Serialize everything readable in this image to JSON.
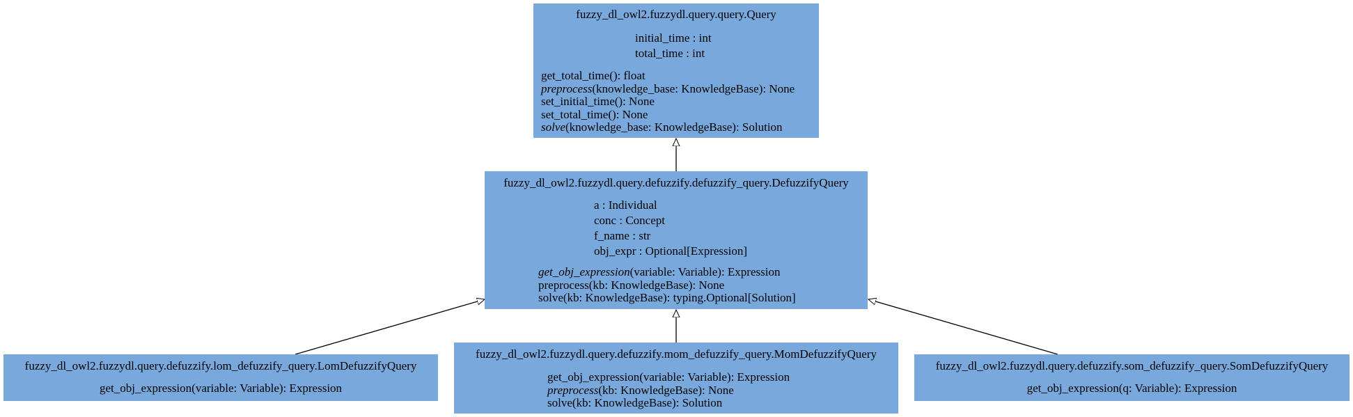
{
  "classes": {
    "query": {
      "title": "fuzzy_dl_owl2.fuzzydl.query.query.Query",
      "attributes": [
        "initial_time : int",
        "total_time : int"
      ],
      "methods": [
        {
          "name": "get_total_time",
          "italic": false,
          "signature": "(): float"
        },
        {
          "name": "preprocess",
          "italic": true,
          "signature": "(knowledge_base: KnowledgeBase): None"
        },
        {
          "name": "set_initial_time",
          "italic": false,
          "signature": "(): None"
        },
        {
          "name": "set_total_time",
          "italic": false,
          "signature": "(): None"
        },
        {
          "name": "solve",
          "italic": true,
          "signature": "(knowledge_base: KnowledgeBase): Solution"
        }
      ]
    },
    "defuzzify": {
      "title": "fuzzy_dl_owl2.fuzzydl.query.defuzzify.defuzzify_query.DefuzzifyQuery",
      "attributes": [
        "a : Individual",
        "conc : Concept",
        "f_name : str",
        "obj_expr : Optional[Expression]"
      ],
      "methods": [
        {
          "name": "get_obj_expression",
          "italic": true,
          "signature": "(variable: Variable): Expression"
        },
        {
          "name": "preprocess",
          "italic": false,
          "signature": "(kb: KnowledgeBase): None"
        },
        {
          "name": "solve",
          "italic": false,
          "signature": "(kb: KnowledgeBase): typing.Optional[Solution]"
        }
      ]
    },
    "lom": {
      "title": "fuzzy_dl_owl2.fuzzydl.query.defuzzify.lom_defuzzify_query.LomDefuzzifyQuery",
      "attributes": [],
      "methods": [
        {
          "name": "get_obj_expression",
          "italic": false,
          "signature": "(variable: Variable): Expression"
        }
      ]
    },
    "mom": {
      "title": "fuzzy_dl_owl2.fuzzydl.query.defuzzify.mom_defuzzify_query.MomDefuzzifyQuery",
      "attributes": [],
      "methods": [
        {
          "name": "get_obj_expression",
          "italic": false,
          "signature": "(variable: Variable): Expression"
        },
        {
          "name": "preprocess",
          "italic": true,
          "signature": "(kb: KnowledgeBase): None"
        },
        {
          "name": "solve",
          "italic": false,
          "signature": "(kb: KnowledgeBase): Solution"
        }
      ]
    },
    "som": {
      "title": "fuzzy_dl_owl2.fuzzydl.query.defuzzify.som_defuzzify_query.SomDefuzzifyQuery",
      "attributes": [],
      "methods": [
        {
          "name": "get_obj_expression",
          "italic": false,
          "signature": "(q: Variable): Expression"
        }
      ]
    }
  },
  "colors": {
    "node_fill": "#79a9dc",
    "edge": "#000000"
  }
}
